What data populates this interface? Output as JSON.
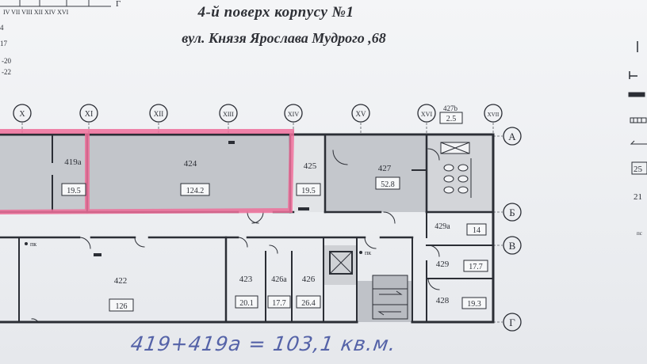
{
  "header": {
    "title": "4-й поверх корпусу №1",
    "address": "вул. Князя Ярослава Мудрого ,68"
  },
  "legend_topleft": {
    "axis_row": "IV   VII VIII      XII XIV XVI",
    "n4": "4",
    "n17": "17",
    "n20": "-20",
    "n22": "-22",
    "corner": "Г"
  },
  "axes": {
    "columns": [
      "X",
      "XI",
      "XII",
      "XIII",
      "XIV",
      "XV",
      "XVI",
      "XVII"
    ],
    "rows": [
      "А",
      "Б",
      "В",
      "Г"
    ]
  },
  "rooms": [
    {
      "number": "419а",
      "area": "19.5"
    },
    {
      "number": "424",
      "area": "124.2"
    },
    {
      "number": "425",
      "area": "19.5"
    },
    {
      "number": "427",
      "area": "52.8"
    },
    {
      "number": "427b",
      "area": "2.5"
    },
    {
      "number": "429а",
      "area": "14"
    },
    {
      "number": "429",
      "area": "17.7"
    },
    {
      "number": "428",
      "area": "19.3"
    },
    {
      "number": "422",
      "area": "126"
    },
    {
      "number": "423",
      "area": "20.1"
    },
    {
      "number": "426а",
      "area": "17.7"
    },
    {
      "number": "426",
      "area": "26.4"
    }
  ],
  "markers": {
    "pk": "пк"
  },
  "right_margin": {
    "m25": "25",
    "m21": "21",
    "ps": "пс"
  },
  "handwritten_note": "419+419а = 103,1 кв.м.",
  "colors": {
    "highlight": "#ef6f9a",
    "wall": "#2b2e35",
    "shade": "#c9ccd1"
  }
}
